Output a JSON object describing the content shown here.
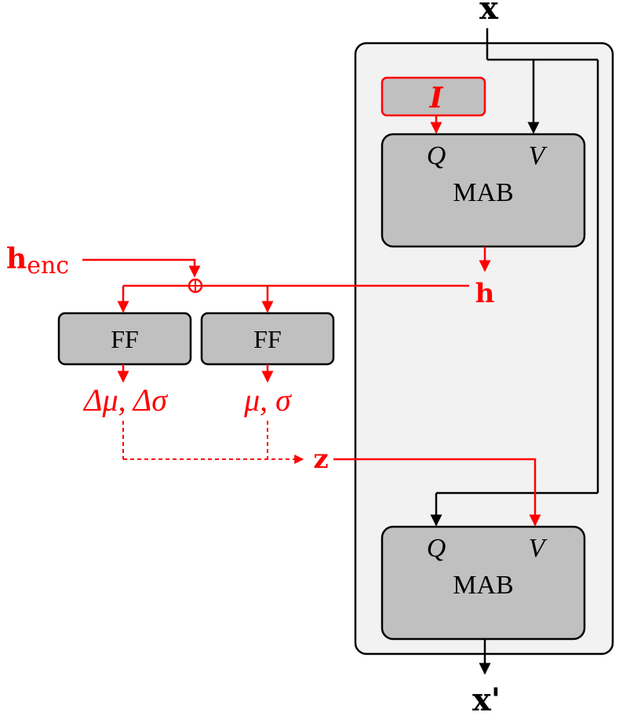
{
  "colors": {
    "accent": "#ff0000",
    "black": "#000000",
    "outer_fill": "#f2f2f2",
    "box_fill": "#c0c0c0"
  },
  "labels": {
    "input_x": "x",
    "output_x": "x'",
    "induced": "I",
    "mab_top_q": "Q",
    "mab_top_v": "V",
    "mab_top_name": "MAB",
    "mab_bottom_q": "Q",
    "mab_bottom_v": "V",
    "mab_bottom_name": "MAB",
    "h_enc_main": "h",
    "h_enc_sub": "enc",
    "h": "h",
    "ff_left": "FF",
    "ff_right": "FF",
    "delta_params": "Δμ, Δσ",
    "params": "μ, σ",
    "z": "z"
  }
}
